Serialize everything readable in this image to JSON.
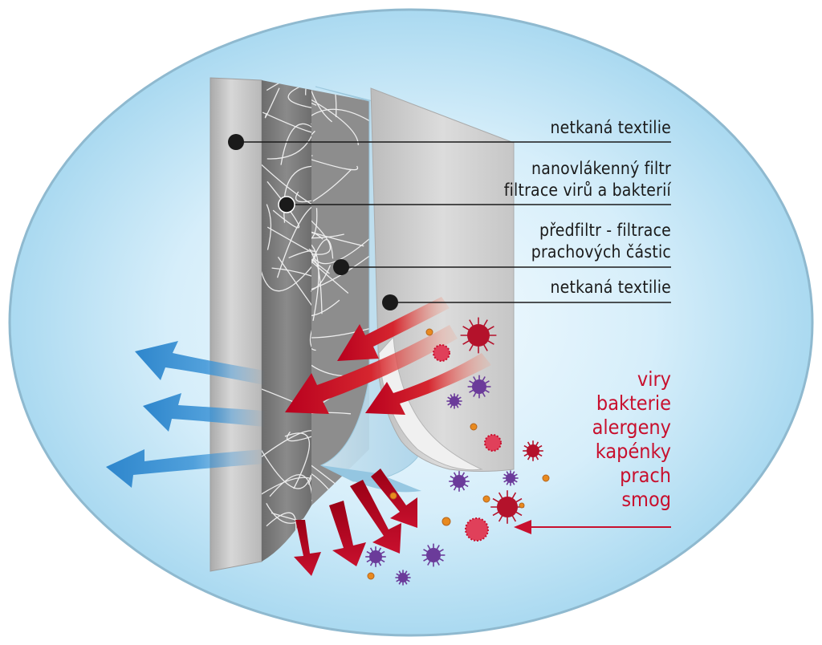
{
  "labels": {
    "layer1": "netkaná textilie",
    "layer2_line1": "nanovlákenný filtr",
    "layer2_line2": "filtrace virů a bakterií",
    "layer3_line1": "předfiltr - filtrace",
    "layer3_line2": "prachových částic",
    "layer4": "netkaná textilie"
  },
  "contaminants": [
    "viry",
    "bakterie",
    "alergeny",
    "kapénky",
    "prach",
    "smog"
  ],
  "colors": {
    "background_oval": "#bfe3f5",
    "outer_layer": "#d2d2d2",
    "nanofiber_layer": "#7a7a7a",
    "prefilter_layer": "#bfdcea",
    "inner_layer": "#cfcfcf",
    "clean_air_arrow": "#3b93d6",
    "polluted_air_arrow": "#c8102e",
    "contaminant_text": "#c8102e",
    "leader_line": "#1a1a1a"
  }
}
